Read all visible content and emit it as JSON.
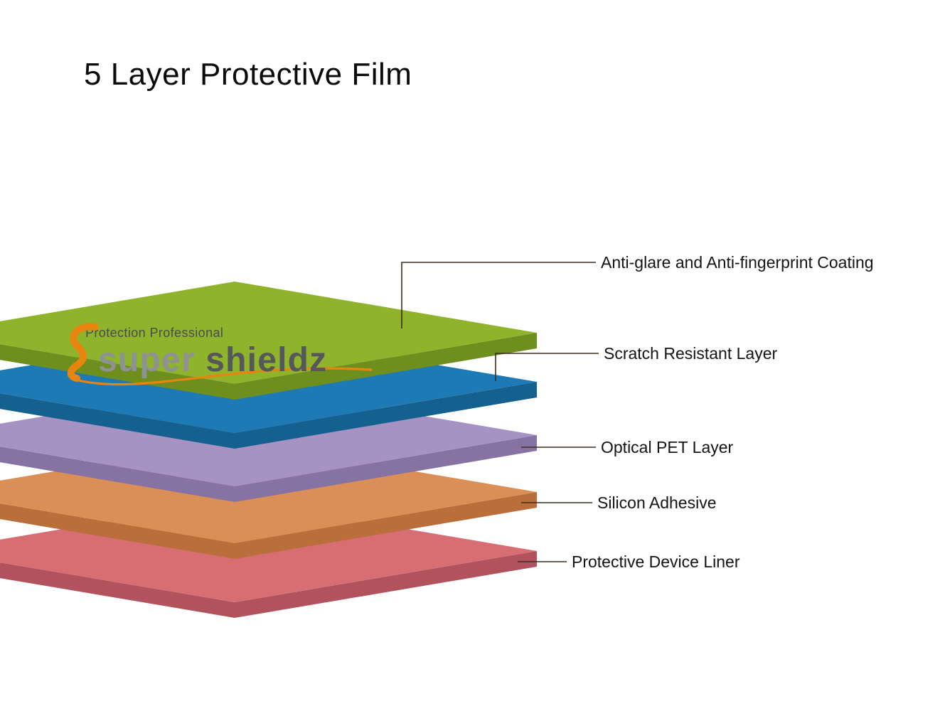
{
  "title": "5 Layer Protective Film",
  "logo": {
    "tagline": "Protection Professional",
    "brand_super": "super",
    "brand_shieldz": "shieldz",
    "accent_color": "#e8850f",
    "super_color": "#8f9194",
    "shieldz_color": "#55575a",
    "tagline_color": "#4c4c4c"
  },
  "callout_color": "#3f2d20",
  "layers": [
    {
      "label": "Anti-glare and Anti-fingerprint Coating",
      "face_color": "#8fb32a",
      "edge_color": "#6e8f1e"
    },
    {
      "label": "Scratch Resistant Layer",
      "face_color": "#1d7ab5",
      "edge_color": "#14608f"
    },
    {
      "label": "Optical PET Layer",
      "face_color": "#a792c4",
      "edge_color": "#8773a3"
    },
    {
      "label": "Silicon Adhesive",
      "face_color": "#d98f55",
      "edge_color": "#ba6f3a"
    },
    {
      "label": "Protective Device Liner",
      "face_color": "#d66e74",
      "edge_color": "#b2525c"
    }
  ]
}
